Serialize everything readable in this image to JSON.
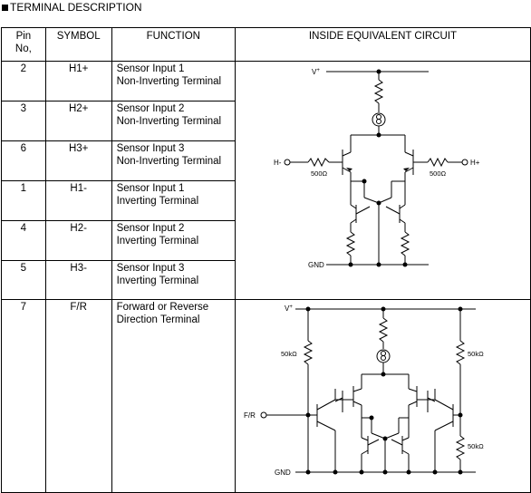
{
  "section": {
    "title": "TERMINAL DESCRIPTION"
  },
  "table": {
    "headers": {
      "pin_line1": "Pin",
      "pin_line2": "No,",
      "symbol": "SYMBOL",
      "function": "FUNCTION",
      "circuit": "INSIDE EQUIVALENT CIRCUIT"
    },
    "rows": [
      {
        "pin": "2",
        "symbol": "H1+",
        "func1": "Sensor Input 1",
        "func2": "Non-Inverting Terminal"
      },
      {
        "pin": "3",
        "symbol": "H2+",
        "func1": "Sensor Input 2",
        "func2": "Non-Inverting Terminal"
      },
      {
        "pin": "6",
        "symbol": "H3+",
        "func1": "Sensor Input 3",
        "func2": "Non-Inverting Terminal"
      },
      {
        "pin": "1",
        "symbol": "H1-",
        "func1": "Sensor Input 1",
        "func2": "Inverting Terminal"
      },
      {
        "pin": "4",
        "symbol": "H2-",
        "func1": "Sensor Input 2",
        "func2": "Inverting Terminal"
      },
      {
        "pin": "5",
        "symbol": "H3-",
        "func1": "Sensor Input 3",
        "func2": "Inverting Terminal"
      },
      {
        "pin": "7",
        "symbol": "F/R",
        "func1": "Forward or Reverse",
        "func2": "Direction Terminal"
      }
    ]
  },
  "circuit1": {
    "vplus": "V",
    "vplus_sup": "+",
    "h_minus": "H-",
    "h_plus": "H+",
    "r_left": "500Ω",
    "r_right": "500Ω",
    "gnd": "GND"
  },
  "circuit2": {
    "vplus": "V",
    "vplus_sup": "+",
    "r_left": "50kΩ",
    "r_right_top": "50kΩ",
    "r_right_bottom": "50kΩ",
    "fr": "F/R",
    "gnd": "GND"
  }
}
